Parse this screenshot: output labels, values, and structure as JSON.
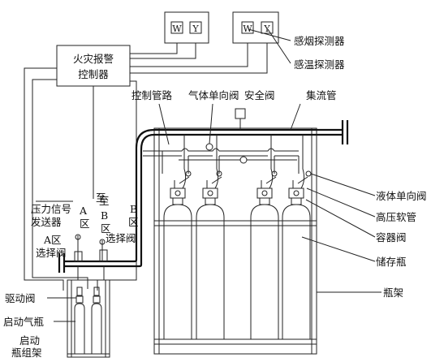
{
  "detectors": {
    "left_box": {
      "w_letter": "W",
      "y_letter": "Y"
    },
    "right_box": {
      "w_letter": "W",
      "y_letter": "Y"
    }
  },
  "labels": {
    "smoke_detector": "感烟探测器",
    "temp_detector": "感温探测器",
    "fire_alarm_controller_line1": "火灾报警",
    "fire_alarm_controller_line2": "控制器",
    "control_pipe": "控制管路",
    "gas_check_valve": "气体单向阀",
    "safety_valve": "安全阀",
    "manifold": "集流管",
    "liquid_check_valve": "液体单向阀",
    "hp_hose": "高压软管",
    "container_valve": "容器阀",
    "storage_cylinder": "储存瓶",
    "cylinder_rack": "瓶架",
    "pressure_sender_line1": "压力信号",
    "pressure_sender_line2": "发送器",
    "to_a_zone": [
      "至",
      "A",
      "区"
    ],
    "to_b_zone": [
      "至",
      "B",
      "区"
    ],
    "b_zone": [
      "B",
      "区"
    ],
    "a_zone_valve_line1": "A区",
    "a_zone_valve_line2": "选择阀",
    "b_zone_valve": "选择阀",
    "drive_valve": "驱动阀",
    "start_cylinder": "启动气瓶",
    "start_rack_line1": "启动",
    "start_rack_line2": "瓶组架"
  }
}
